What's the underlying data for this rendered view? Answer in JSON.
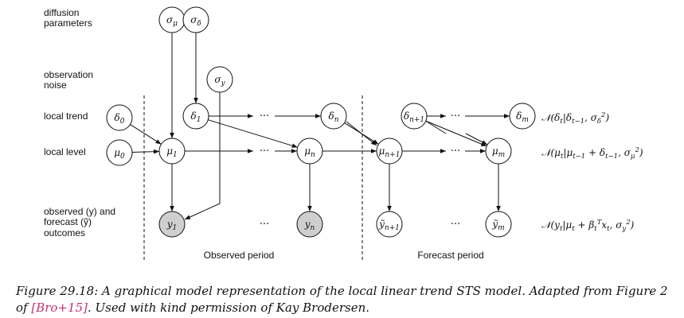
{
  "row_labels": {
    "diffusion_line1": "diffusion",
    "diffusion_line2": "parameters",
    "noise_line1": "observation",
    "noise_line2": "noise",
    "trend": "local trend",
    "level": "local level",
    "outcome_line1": "observed (y) and",
    "outcome_line2": "forecast (ỹ)",
    "outcome_line3": "outcomes"
  },
  "nodes": [
    {
      "id": "sigma_mu",
      "base": "σ",
      "sub": "μ",
      "observed": false
    },
    {
      "id": "sigma_delta",
      "base": "σ",
      "sub": "δ",
      "observed": false
    },
    {
      "id": "sigma_y",
      "base": "σ",
      "sub": "y",
      "observed": false
    },
    {
      "id": "delta_0",
      "base": "δ",
      "sub": "0",
      "observed": false
    },
    {
      "id": "delta_1",
      "base": "δ",
      "sub": "1",
      "observed": false
    },
    {
      "id": "delta_n",
      "base": "δ",
      "sub": "n",
      "observed": false
    },
    {
      "id": "delta_n1",
      "base": "δ",
      "sub": "n+1",
      "observed": false
    },
    {
      "id": "delta_m",
      "base": "δ",
      "sub": "m",
      "observed": false
    },
    {
      "id": "mu_0",
      "base": "μ",
      "sub": "0",
      "observed": false
    },
    {
      "id": "mu_1",
      "base": "μ",
      "sub": "1",
      "observed": false
    },
    {
      "id": "mu_n",
      "base": "μ",
      "sub": "n",
      "observed": false
    },
    {
      "id": "mu_n1",
      "base": "μ",
      "sub": "n+1",
      "observed": false
    },
    {
      "id": "mu_m",
      "base": "μ",
      "sub": "m",
      "observed": false
    },
    {
      "id": "y_1",
      "base": "y",
      "sub": "1",
      "observed": true
    },
    {
      "id": "y_n",
      "base": "y",
      "sub": "n",
      "observed": true
    },
    {
      "id": "ytilde_n1",
      "base": "ỹ",
      "sub": "n+1",
      "observed": false
    },
    {
      "id": "ytilde_m",
      "base": "ỹ",
      "sub": "m",
      "observed": false
    }
  ],
  "edges": [
    [
      "sigma_mu",
      "mu_1"
    ],
    [
      "sigma_delta",
      "delta_1"
    ],
    [
      "sigma_y",
      "y_1"
    ],
    [
      "delta_0",
      "mu_1"
    ],
    [
      "mu_0",
      "mu_1"
    ],
    [
      "delta_1",
      "mu_n"
    ],
    [
      "mu_1",
      "y_1"
    ],
    [
      "delta_n",
      "mu_n1"
    ],
    [
      "mu_n",
      "y_n"
    ],
    [
      "delta_n1",
      "mu_m"
    ],
    [
      "mu_n1",
      "ytilde_n1"
    ],
    [
      "mu_m",
      "ytilde_m"
    ]
  ],
  "ellipsis": "···",
  "equations": {
    "trend": [
      "𝒩(δ",
      "t",
      "|δ",
      "t−1",
      ", σ",
      "δ",
      "2",
      ")"
    ],
    "level": [
      "𝒩(μ",
      "t",
      "|μ",
      "t−1",
      " + δ",
      "t−1",
      ", σ",
      "μ",
      "2",
      ")"
    ],
    "obs": [
      "𝒩(y",
      "t",
      "|μ",
      "t",
      " + β",
      "t",
      "T",
      "x",
      "t",
      ", σ",
      "y",
      "2",
      ")"
    ]
  },
  "periods": {
    "observed": "Observed period",
    "forecast": "Forecast period"
  },
  "caption": {
    "text_before": "Figure 29.18: A graphical model representation of the local linear trend STS model. Adapted from Figure 2 of ",
    "cite": "[Bro+15]",
    "text_after": ". Used with kind permission of Kay Brodersen."
  }
}
